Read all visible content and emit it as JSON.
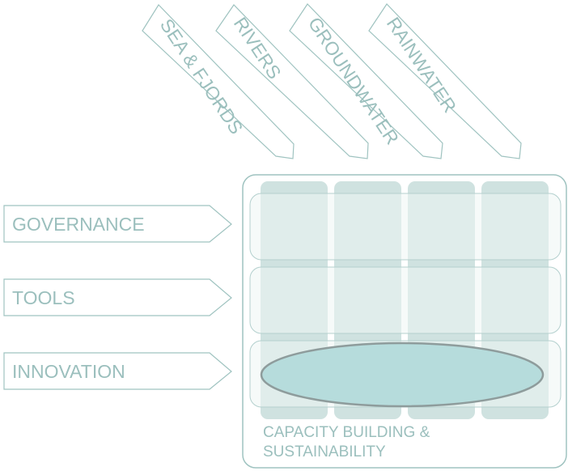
{
  "columns": [
    "SEA & FJORDS",
    "RIVERS",
    "GROUNDWATER",
    "RAINWATER"
  ],
  "rows": [
    "GOVERNANCE",
    "TOOLS",
    "INNOVATION"
  ],
  "footer": [
    "CAPACITY BUILDING &",
    "SUSTAINABILITY"
  ],
  "colors": {
    "stroke": "#9fc3c0",
    "label": "#9bbfbd",
    "column_fill": "#cfe2e0",
    "row_fill": "#eef5f4",
    "ellipse_fill": "#b6dcdc",
    "ellipse_stroke": "#8e9c9c"
  }
}
